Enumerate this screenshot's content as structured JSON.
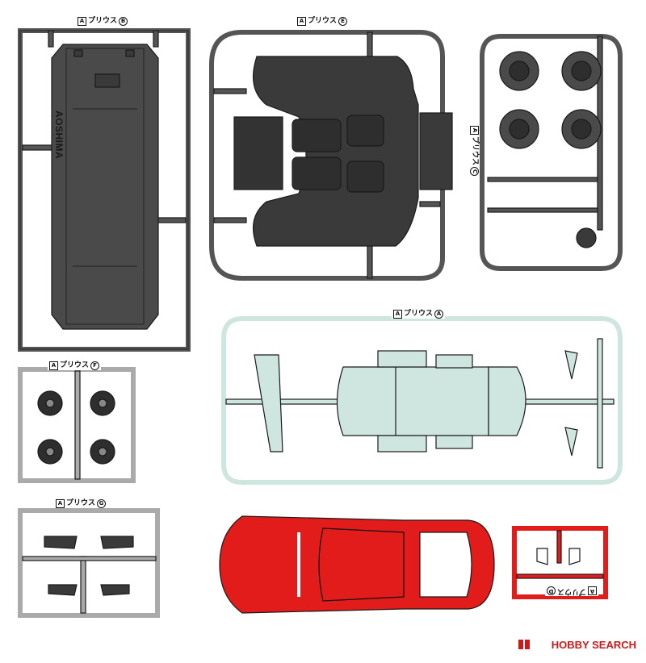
{
  "sprues": {
    "B": {
      "label": "プリウス",
      "letter": "B",
      "color": "#555555"
    },
    "E": {
      "label": "プリウス",
      "letter": "E",
      "color": "#3f3f3f"
    },
    "C": {
      "label": "プリウス",
      "letter": "C",
      "color": "#3f3f3f"
    },
    "A": {
      "label": "プリウス",
      "letter": "A",
      "color": "#cfe6e0"
    },
    "F": {
      "label": "プリウス",
      "letter": "F",
      "color": "#aaaaaa"
    },
    "G": {
      "label": "プリウス",
      "letter": "G",
      "color": "#aaaaaa"
    },
    "D": {
      "label": "プリウス",
      "letter": "D",
      "color": "#e21b1b"
    }
  },
  "chassis_logo": "AOSHIMA",
  "watermark": {
    "brand": "HOBBY SEARCH",
    "brand_color": "#cc1a1a"
  },
  "colors": {
    "outline": "#1a1a1a",
    "white": "#ffffff"
  }
}
